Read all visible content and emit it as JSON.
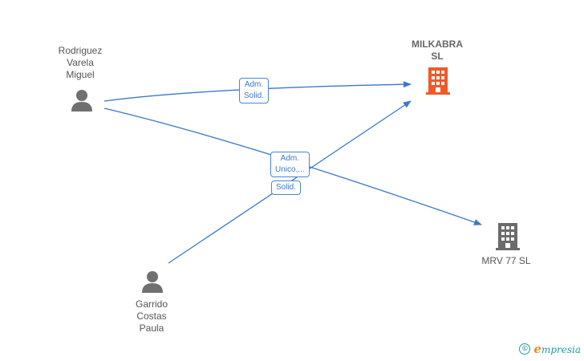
{
  "nodes": {
    "rodriguez": {
      "label": "Rodriguez\nVarela\nMiguel",
      "icon": "person-icon"
    },
    "garrido": {
      "label": "Garrido\nCostas\nPaula",
      "icon": "person-icon"
    },
    "milkabra": {
      "label": "MILKABRA\nSL",
      "icon": "building-icon",
      "color": "#f05a28"
    },
    "mrv77": {
      "label": "MRV 77  SL",
      "icon": "building-icon",
      "color": "#6b6b6b"
    }
  },
  "edges": {
    "label_1": "Adm.\nSolid.",
    "label_2": "Adm.\nUnico,...",
    "label_3": "Solid.",
    "color": "#3a78c9"
  },
  "footer": {
    "copyright": "©",
    "brand_e": "e",
    "brand_rest": "mpresia"
  }
}
